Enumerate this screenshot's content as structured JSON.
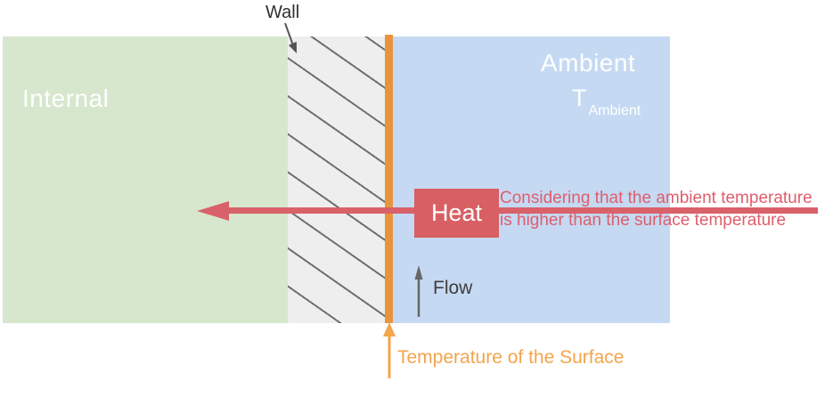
{
  "regions": {
    "internal": {
      "label": "Internal"
    },
    "wall": {
      "label": "Wall"
    },
    "ambient": {
      "label": "Ambient",
      "temperature_symbol": "T",
      "temperature_subscript": "Ambient"
    }
  },
  "heat": {
    "label": "Heat"
  },
  "caption": {
    "lines": [
      "Considering that the ambient temperature",
      "is higher than the surface temperature"
    ]
  },
  "flow": {
    "label": "Flow"
  },
  "surface": {
    "label": "Temperature of the Surface"
  },
  "colors": {
    "internal_bg": "#d6e7cd",
    "wall_bg": "#eeeeee",
    "hatch": "#6f6f6f",
    "ambient_bg": "#c6d9f2",
    "surface_line": "#e8943d",
    "surface_accent": "#f4a44c",
    "heat_box": "#d85f63",
    "heat_arrow": "#d9616a",
    "caption": "#de5e6c",
    "flow_arrow": "#666666",
    "pointer": "#555555"
  }
}
